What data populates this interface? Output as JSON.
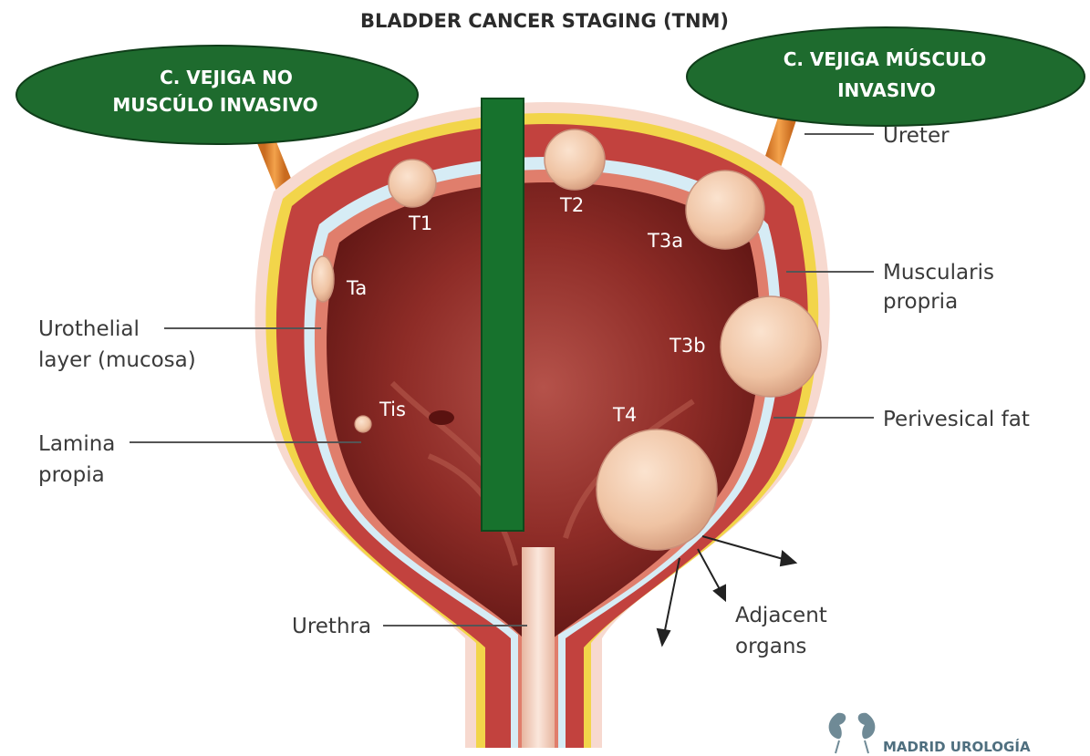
{
  "title": "BLADDER CANCER STAGING (TNM)",
  "ovals": {
    "left": {
      "line1": "C. VEJIGA NO",
      "line2": "MUSCÚLO INVASIVO"
    },
    "right": {
      "line1": "C. VEJIGA MÚSCULO",
      "line2": "INVASIVO"
    }
  },
  "stages": {
    "t1": "T1",
    "ta": "Ta",
    "tis": "Tis",
    "t2": "T2",
    "t3a": "T3a",
    "t3b": "T3b",
    "t4": "T4"
  },
  "labels": {
    "ureter": "Ureter",
    "muscularis_1": "Muscularis",
    "muscularis_2": "propria",
    "urothelial_1": "Urothelial",
    "urothelial_2": "layer (mucosa)",
    "lamina_1": "Lamina",
    "lamina_2": "propia",
    "perivesical": "Perivesical fat",
    "urethra": "Urethra",
    "adjacent_1": "Adjacent",
    "adjacent_2": "organs"
  },
  "brand": "MADRID UROLOGÍA",
  "colors": {
    "oval_green": "#1e6b2e",
    "divider_green": "#17722d",
    "muscle": "#c0403f",
    "fat": "#f0d24a",
    "lumen": "#7a1f1d",
    "tumor": "#f2c7a6"
  }
}
